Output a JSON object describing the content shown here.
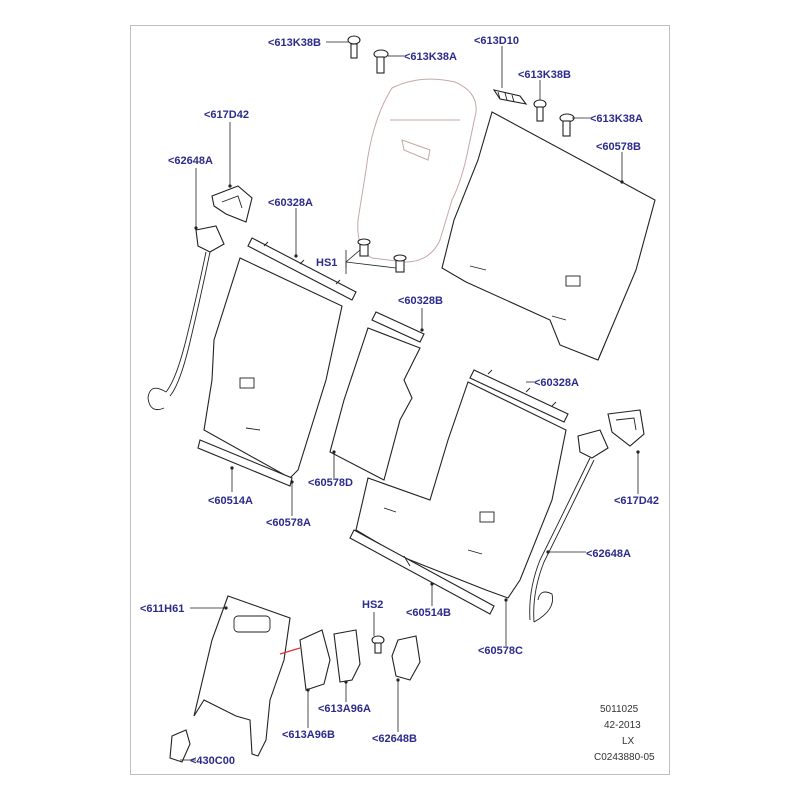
{
  "diagram": {
    "parts": [
      {
        "id": "p1",
        "label": "<613K38B"
      },
      {
        "id": "p2",
        "label": "<613K38A"
      },
      {
        "id": "p3",
        "label": "<613D10"
      },
      {
        "id": "p4",
        "label": "<613K38B"
      },
      {
        "id": "p5",
        "label": "<613K38A"
      },
      {
        "id": "p6",
        "label": "<60578B"
      },
      {
        "id": "p7",
        "label": "<617D42"
      },
      {
        "id": "p8",
        "label": "<62648A"
      },
      {
        "id": "p9",
        "label": "<60328A"
      },
      {
        "id": "p10",
        "label": "HS1"
      },
      {
        "id": "p11",
        "label": "<60328B"
      },
      {
        "id": "p12",
        "label": "<60328A"
      },
      {
        "id": "p13",
        "label": "<60578D"
      },
      {
        "id": "p14",
        "label": "<60514A"
      },
      {
        "id": "p15",
        "label": "<60578A"
      },
      {
        "id": "p16",
        "label": "<617D42"
      },
      {
        "id": "p17",
        "label": "<62648A"
      },
      {
        "id": "p18",
        "label": "<611H61"
      },
      {
        "id": "p19",
        "label": "HS2"
      },
      {
        "id": "p20",
        "label": "<60514B"
      },
      {
        "id": "p21",
        "label": "<60578C"
      },
      {
        "id": "p22",
        "label": "<613A96A"
      },
      {
        "id": "p23",
        "label": "<613A96B"
      },
      {
        "id": "p24",
        "label": "<62648B"
      },
      {
        "id": "p25",
        "label": "<430C00"
      }
    ],
    "meta": {
      "ref": "5011025",
      "date": "42-2013",
      "model": "LX",
      "code": "C0243880-05"
    }
  }
}
